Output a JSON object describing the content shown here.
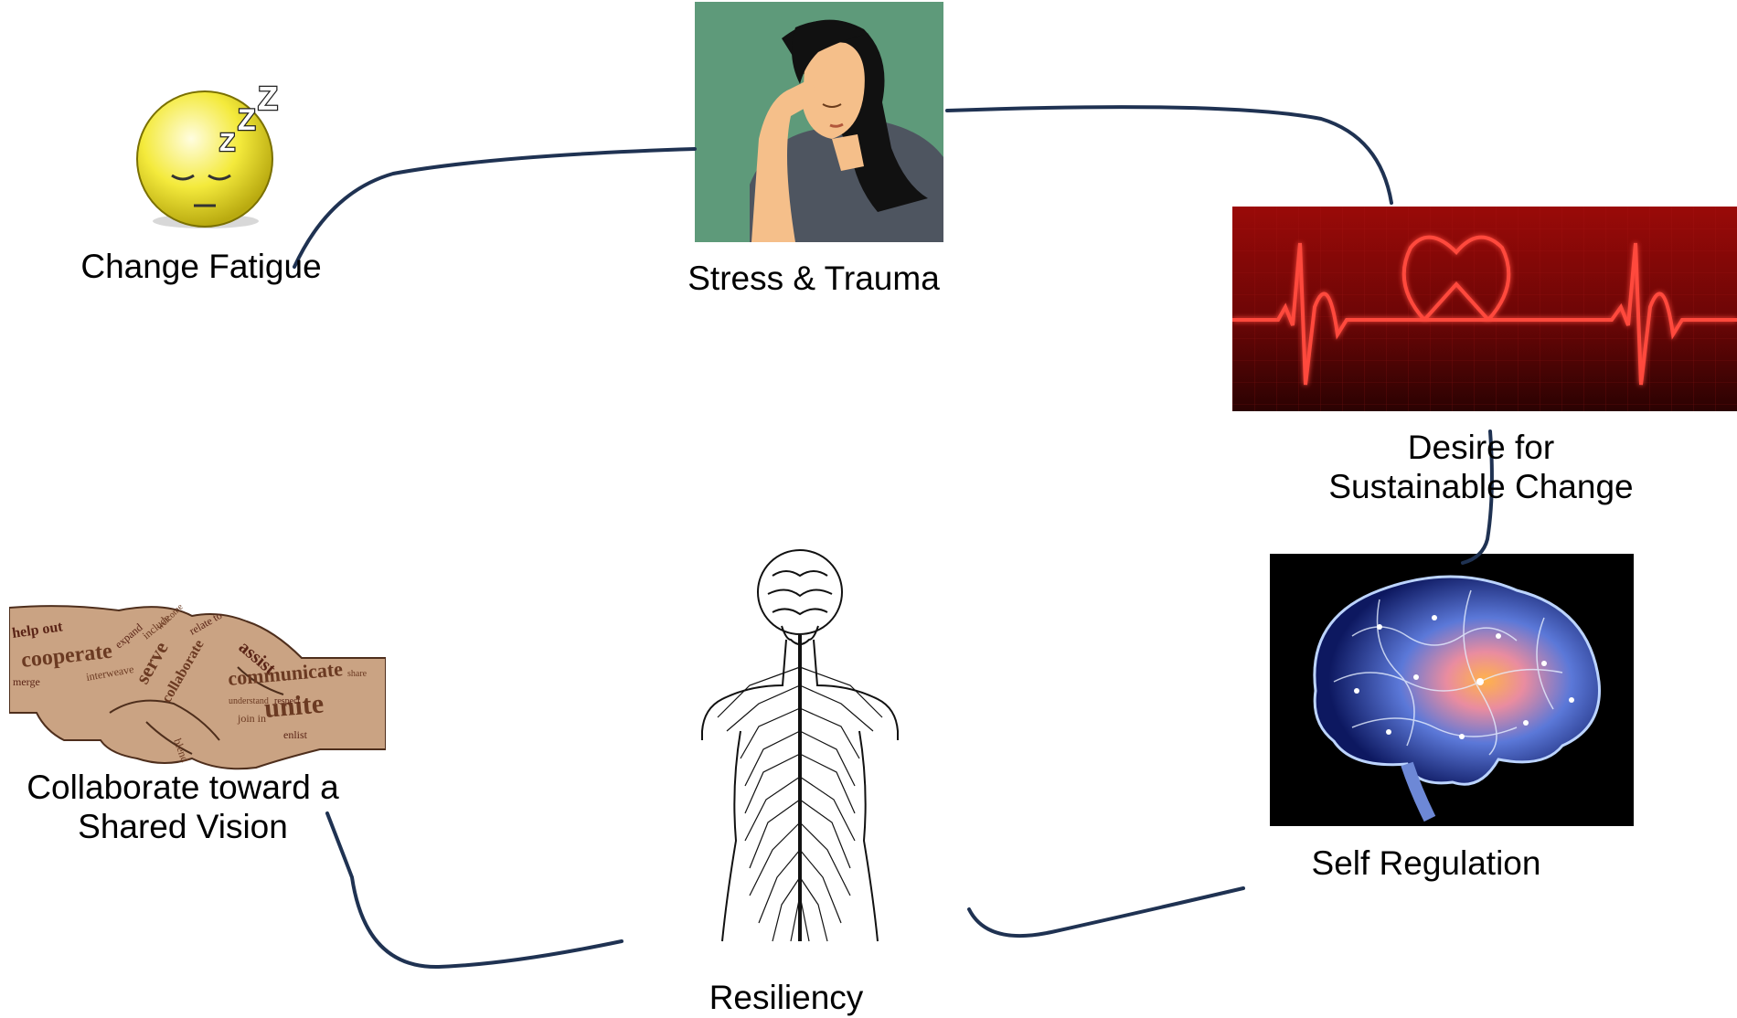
{
  "diagram": {
    "title": "",
    "nodes": [
      {
        "id": "change-fatigue",
        "lines": [
          "Change Fatigue"
        ],
        "icon": "sleeping-face-icon"
      },
      {
        "id": "stress-trauma",
        "lines": [
          "Stress & Trauma"
        ],
        "icon": "stressed-woman-image"
      },
      {
        "id": "desire",
        "lines": [
          "Desire for",
          "Sustainable Change"
        ],
        "icon": "heartbeat-heart-image"
      },
      {
        "id": "self-regulation",
        "lines": [
          "Self Regulation"
        ],
        "icon": "glowing-brain-image"
      },
      {
        "id": "resiliency",
        "lines": [
          "Resiliency"
        ],
        "icon": "nervous-system-image"
      },
      {
        "id": "collaborate",
        "lines": [
          "Collaborate toward a",
          "Shared Vision"
        ],
        "icon": "handshake-wordcloud-image"
      }
    ],
    "handshake_words": [
      "help out",
      "cooperate",
      "serve",
      "assist",
      "communicate",
      "unite",
      "merge",
      "collaborate",
      "interweave",
      "expand",
      "include",
      "join in",
      "enlist",
      "blend",
      "understand",
      "respect",
      "share",
      "welcome",
      "relate to"
    ],
    "connector_color": "#1f3252"
  }
}
